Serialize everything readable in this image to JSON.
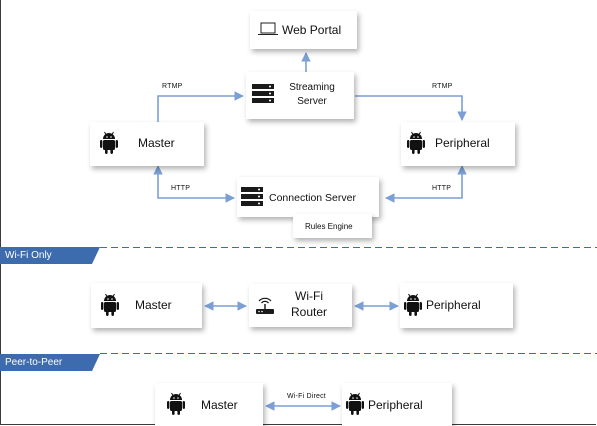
{
  "top": {
    "web_portal": "Web Portal",
    "streaming_server": [
      "Streaming",
      "Server"
    ],
    "master": "Master",
    "peripheral": "Peripheral",
    "connection_server": "Connection Server",
    "rules_engine": "Rules Engine",
    "rtmp_left": "RTMP",
    "rtmp_right": "RTMP",
    "http_left": "HTTP",
    "http_right": "HTTP"
  },
  "wifi_only": {
    "band_label": "Wi-Fi Only",
    "master": "Master",
    "router": [
      "Wi-Fi",
      "Router"
    ],
    "peripheral": "Peripheral"
  },
  "p2p": {
    "band_label": "Peer-to-Peer",
    "master": "Master",
    "peripheral": "Peripheral",
    "link_label": "Wi-Fi Direct"
  },
  "icons": {
    "laptop": "laptop-icon",
    "server": "server-icon",
    "android": "android-icon",
    "router": "wifi-router-icon"
  },
  "colors": {
    "band": "#3d6cae",
    "arrow": "#7b9fd4",
    "dash": "#3d6cae"
  }
}
